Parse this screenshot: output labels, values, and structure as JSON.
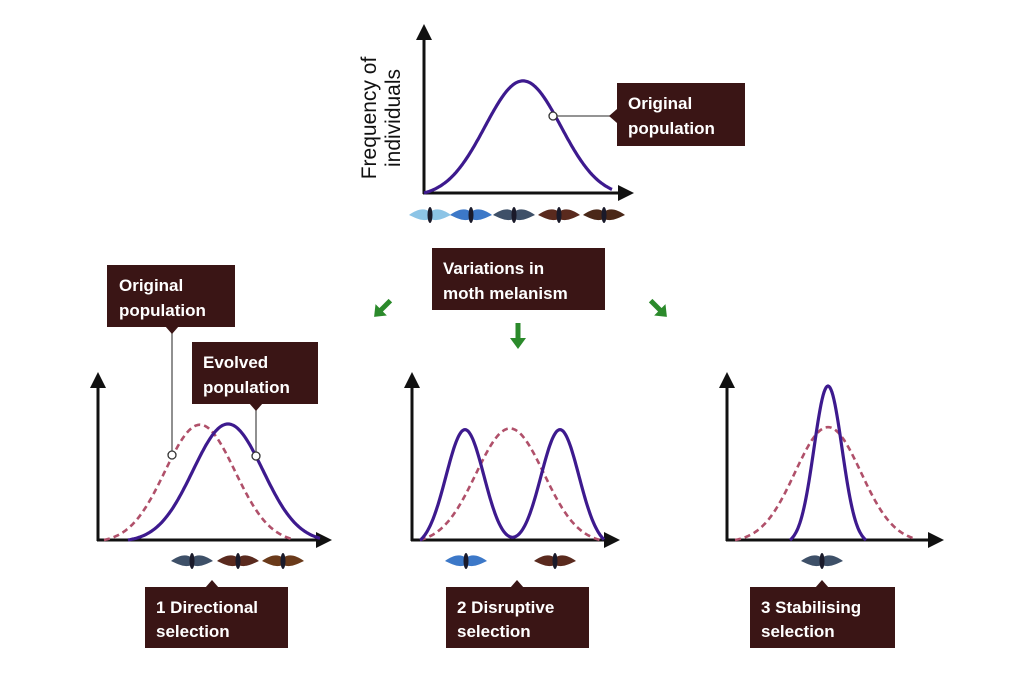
{
  "top": {
    "y_label_line1": "Frequency of",
    "y_label_line2": "individuals",
    "label_line1": "Original",
    "label_line2": "population",
    "moth_colors": [
      "#8cc4e6",
      "#3c78c8",
      "#3e5068",
      "#5a2a1e",
      "#4a2818"
    ]
  },
  "center_label": {
    "line1": "Variations in",
    "line2": "moth melanism"
  },
  "arrow_color": "#2b8a2b",
  "panels": [
    {
      "title_line1": "1 Directional",
      "title_line2": "selection",
      "original_line1": "Original",
      "original_line2": "population",
      "evolved_line1": "Evolved",
      "evolved_line2": "population",
      "moth_colors": [
        "#3e5068",
        "#5a2a1e",
        "#6a3a1a"
      ]
    },
    {
      "title_line1": "2 Disruptive",
      "title_line2": "selection",
      "moth_colors": [
        "#3c78c8",
        "#5a2a1e"
      ]
    },
    {
      "title_line1": "3 Stabilising",
      "title_line2": "selection",
      "moth_colors": [
        "#3e5068"
      ]
    }
  ]
}
